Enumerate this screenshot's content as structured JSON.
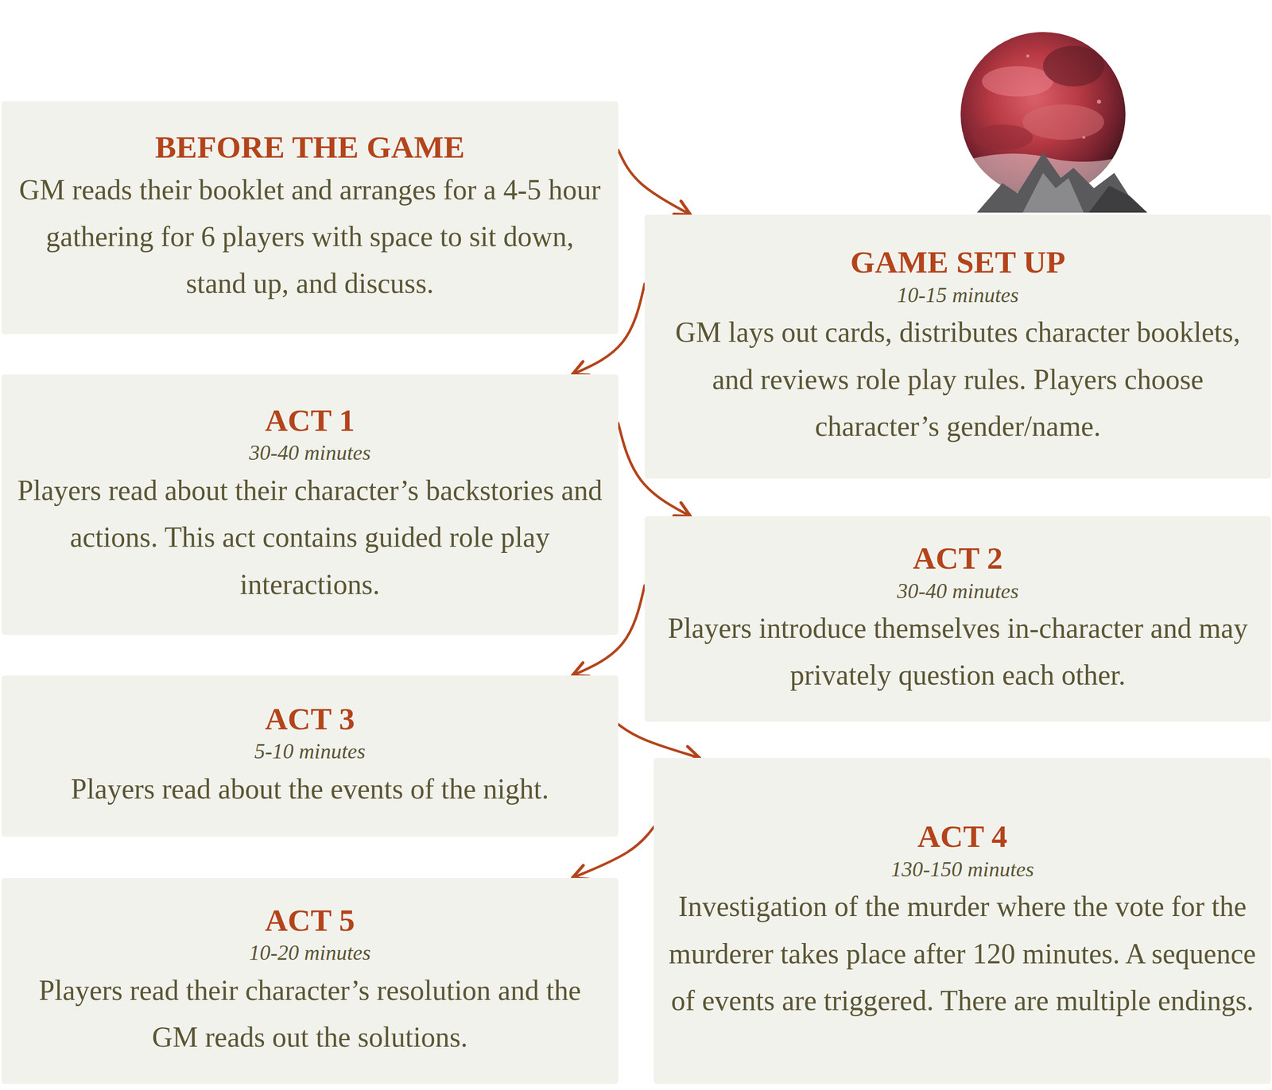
{
  "diagram": {
    "nodes": [
      {
        "text": [
          "BEFORE THE GAME",
          "GM reads their booklet and arranges for a 4-5 hour gathering for 6 players with space to sit down, stand up, and discuss."
        ]
      },
      {
        "text": [
          "GAME SET UP",
          "10-15 minutes",
          "GM lays out cards, distributes character booklets, and reviews role play rules. Players choose character’s gender/name."
        ]
      },
      {
        "text": [
          "ACT 1",
          "30-40 minutes",
          "Players read about their character’s backstories and actions. This act contains guided role play interactions."
        ]
      },
      {
        "text": [
          "ACT 2",
          "30-40 minutes",
          "Players introduce themselves in-character and may privately question each other."
        ]
      },
      {
        "text": [
          "ACT 3",
          "5-10 minutes",
          "Players read about the events of the night."
        ]
      },
      {
        "text": [
          "ACT 4",
          "130-150 minutes",
          "Investigation of the murder where the vote for the murderer takes place after 120 minutes. A sequence of events are triggered. There are multiple endings."
        ]
      },
      {
        "text": [
          "ACT 5",
          "10-20 minutes",
          "Players read their character’s resolution and the GM reads out the solutions."
        ]
      }
    ],
    "edges": [
      {
        "from": 0,
        "to": 1,
        "arrow": "to"
      },
      {
        "from": 1,
        "to": 2,
        "arrow": "to"
      },
      {
        "from": 2,
        "to": 3,
        "arrow": "to"
      },
      {
        "from": 3,
        "to": 4,
        "arrow": "to"
      },
      {
        "from": 4,
        "to": 5,
        "arrow": "to"
      },
      {
        "from": 5,
        "to": 6,
        "arrow": "to"
      }
    ]
  }
}
